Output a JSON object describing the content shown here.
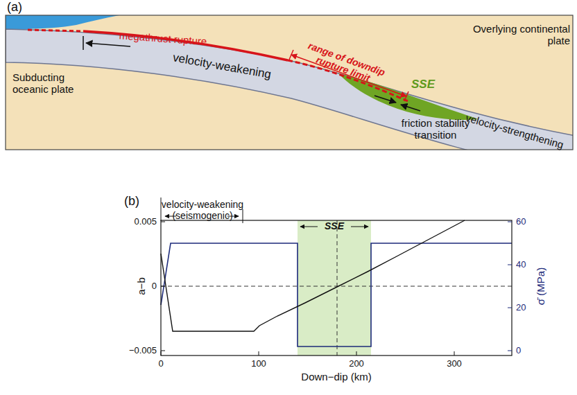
{
  "diagram": {
    "labels": [
      "(a)",
      "megathrust rupture",
      "range of downdip rupture limit",
      "Overlying continental plate",
      "Subducting oceanic plate",
      "velocity-weakening",
      "SSE",
      "friction stability transition",
      "velocity-strengthening",
      "(b)",
      "velocity-weakening",
      "(seismogenic)",
      "SSE",
      "a−b",
      "σ̄ (MPa)",
      "0.005",
      "0",
      "−0.005",
      "60",
      "40",
      "20",
      "0",
      "0",
      "100",
      "200",
      "300",
      "Down−dip (km)"
    ]
  }
}
